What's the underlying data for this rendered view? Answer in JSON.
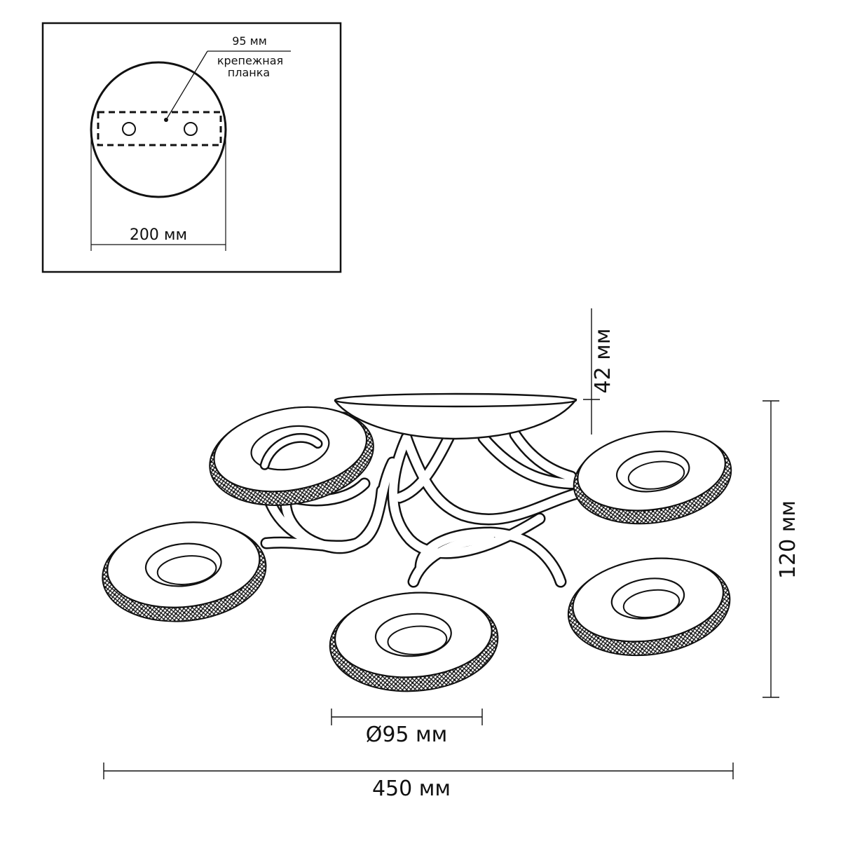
{
  "inset": {
    "bracket_width_label": "95 мм",
    "bracket_name_line1": "крепежная",
    "bracket_name_line2": "планка",
    "base_diameter_label": "200 мм"
  },
  "dimensions": {
    "canopy_height": "42 мм",
    "total_height": "120 мм",
    "shade_diameter": "Ø95 мм",
    "total_width": "450 мм"
  },
  "colors": {
    "line": "#111111",
    "background": "#ffffff"
  }
}
